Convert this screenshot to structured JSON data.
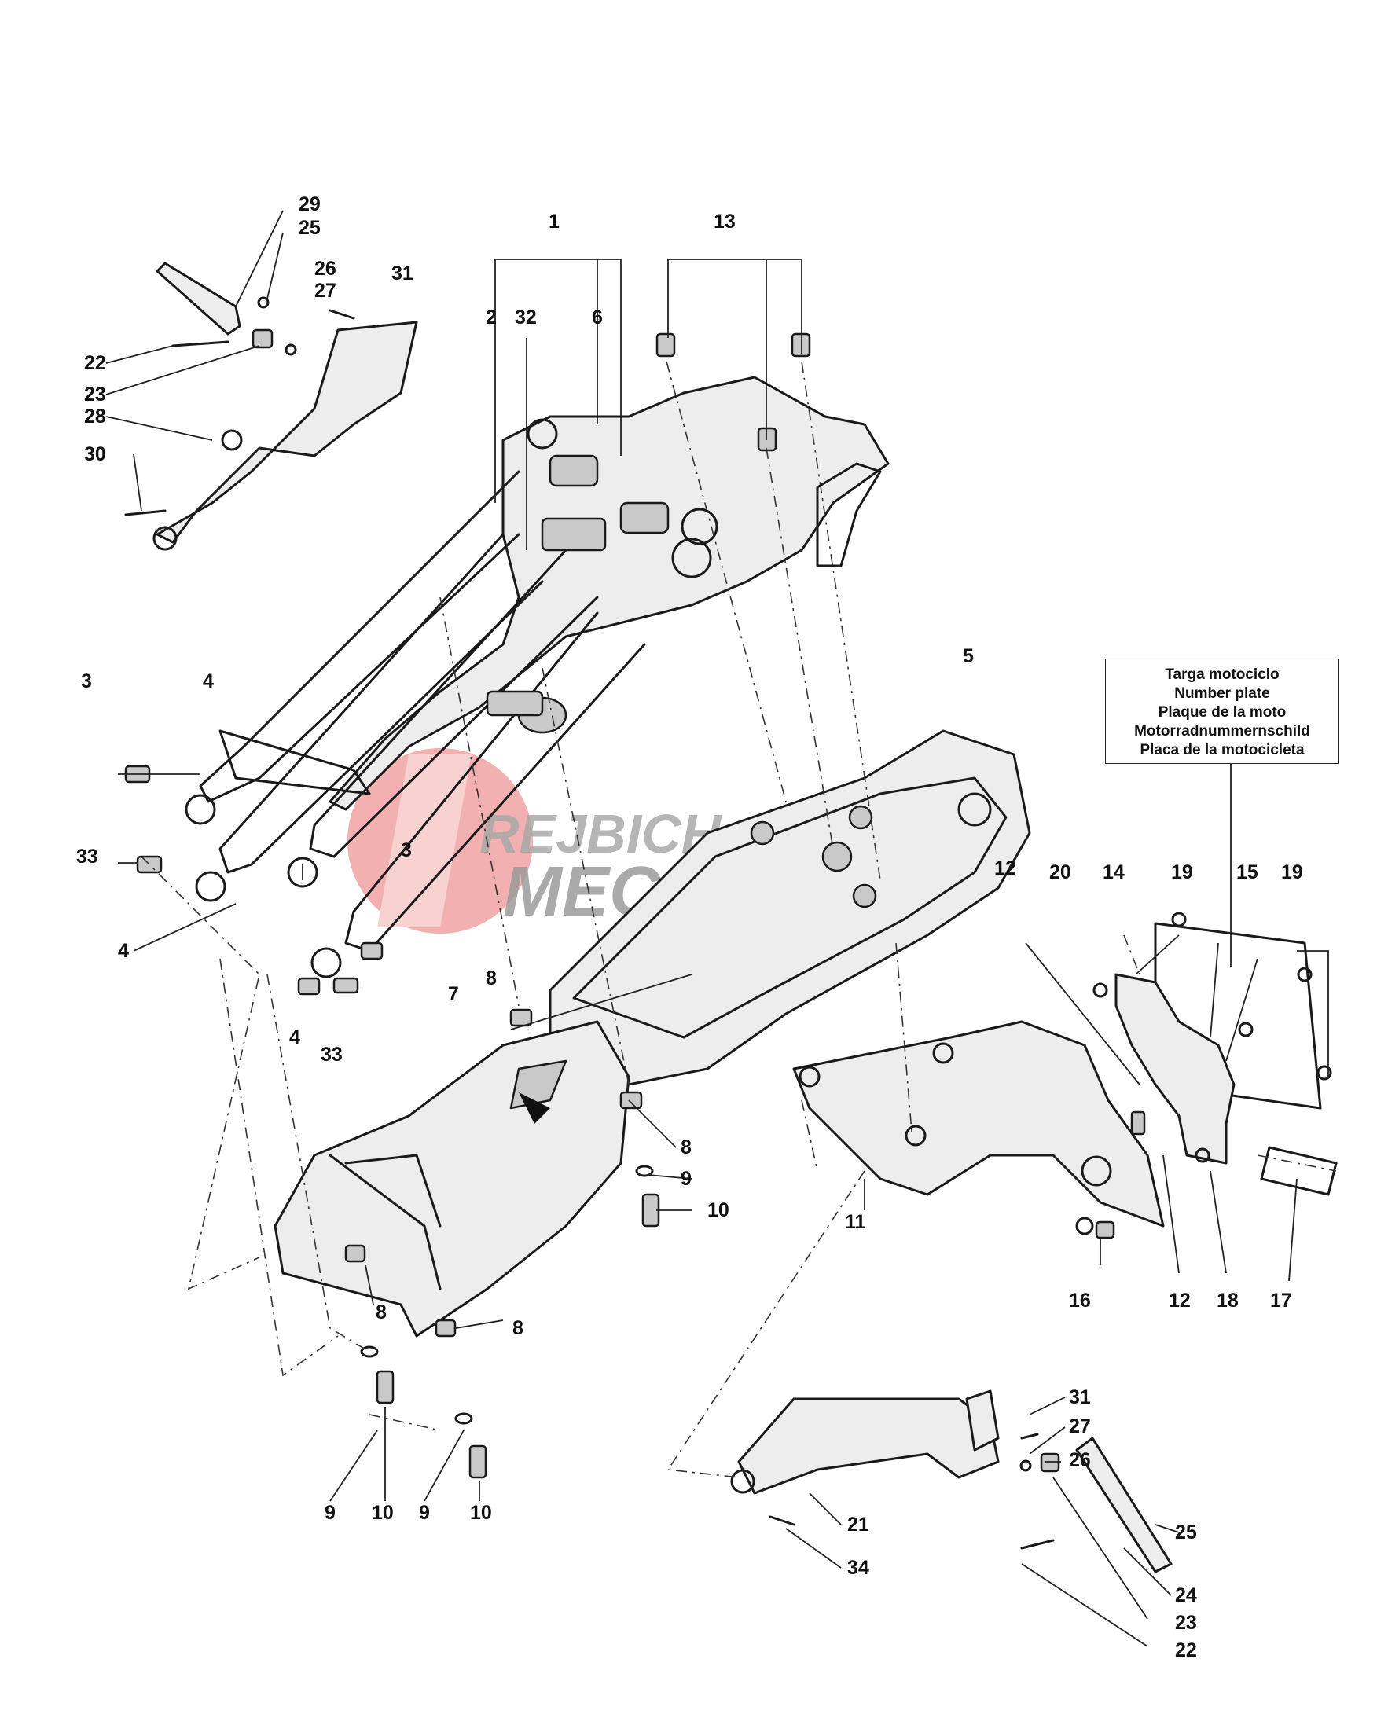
{
  "plate_legend": [
    "Targa motociclo",
    "Number plate",
    "Plaque de la moto",
    "Motorradnummernschild",
    "Placa de la motocicleta"
  ],
  "watermark": {
    "line1": "REJBICH",
    "line2": "MECCANICA",
    "mark_color": "#e83a3a",
    "text_color": "#8a8a8a"
  },
  "callouts": {
    "c1": "1",
    "c2": "2",
    "c32": "32",
    "c6": "6",
    "c13": "13",
    "c29": "29",
    "c25a": "25",
    "c26a": "26",
    "c27a": "27",
    "c31a": "31",
    "c22a": "22",
    "c23a": "23",
    "c28": "28",
    "c30": "30",
    "c3a": "3",
    "c4a": "4",
    "c33a": "33",
    "c3b": "3",
    "c4b": "4",
    "c4c": "4",
    "c33b": "33",
    "c5": "5",
    "c7": "7",
    "c8a": "8",
    "c8b": "8",
    "c9a": "9",
    "c10a": "10",
    "c8c": "8",
    "c8d": "8",
    "c9b": "9",
    "c10b": "10",
    "c9c": "9",
    "c10c": "10",
    "c11": "11",
    "c12a": "12",
    "c20": "20",
    "c14": "14",
    "c19a": "19",
    "c15": "15",
    "c19b": "19",
    "c16": "16",
    "c12b": "12",
    "c18": "18",
    "c17": "17",
    "c31b": "31",
    "c27b": "27",
    "c26b": "26",
    "c21": "21",
    "c25b": "25",
    "c34": "34",
    "c24": "24",
    "c23b": "23",
    "c22b": "22"
  }
}
